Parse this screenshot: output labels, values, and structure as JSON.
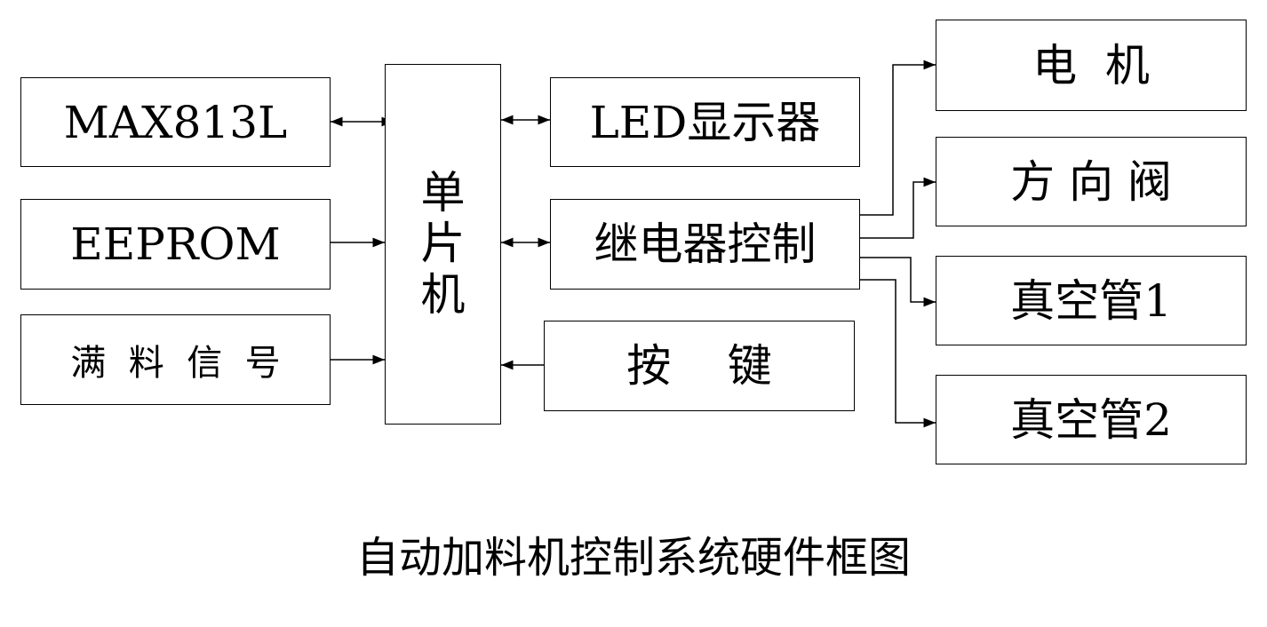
{
  "diagram": {
    "caption": "自动加料机控制系统硬件框图",
    "mcu": [
      "单",
      "片",
      "机"
    ],
    "left_blocks": {
      "max": "MAX813L",
      "eeprom": "EEPROM",
      "full": "满  料  信  号"
    },
    "mid_blocks": {
      "led": "LED显示器",
      "relay": "继电器控制",
      "keys": "按    键"
    },
    "right_blocks": {
      "motor": "电  机",
      "valve": "方 向 阀",
      "vac1": "真空管1",
      "vac2": "真空管2"
    }
  }
}
